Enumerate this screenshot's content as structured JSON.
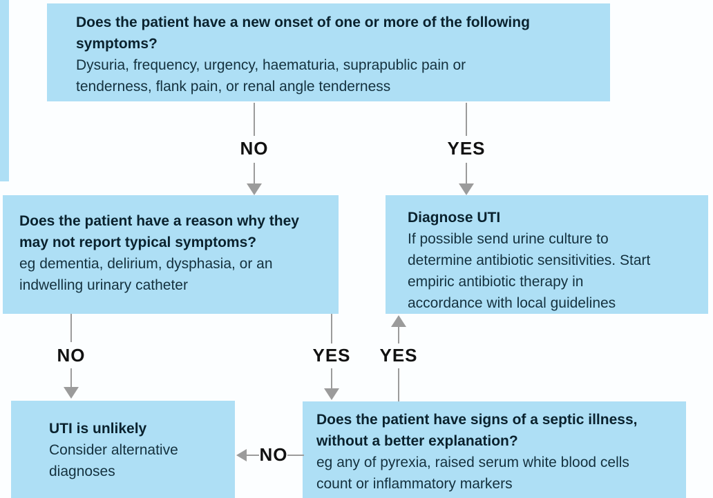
{
  "colors": {
    "background": "#fcfeff",
    "box_fill": "#aedff5",
    "arrow": "#9b9b9b",
    "edge_label_text": "#111111",
    "title_text": "#0a222e",
    "body_text": "#14313e"
  },
  "nodes": {
    "symptom_question": {
      "title": "Does the patient have a new onset of one or more of the following\nsymptoms?",
      "body": "Dysuria, frequency, urgency, haematuria, suprapublic pain or\ntenderness, flank pain, or renal angle tenderness"
    },
    "atypical_question": {
      "title": "Does the patient have a reason why they\nmay not report typical symptoms?",
      "body": "eg dementia, delirium, dysphasia, or an\nindwelling urinary catheter"
    },
    "diagnose_uti": {
      "title": "Diagnose UTI",
      "body": "If possible send urine culture to\ndetermine antibiotic sensitivities. Start\nempiric antibiotic therapy in\naccordance with local guidelines"
    },
    "uti_unlikely": {
      "title": "UTI is unlikely",
      "body": "Consider alternative\ndiagnoses"
    },
    "septic_question": {
      "title": "Does the patient have signs of a septic illness,\nwithout a better explanation?",
      "body": "eg any of pyrexia, raised serum white blood cells\ncount or inflammatory markers"
    }
  },
  "edges": {
    "symptoms_no": "NO",
    "symptoms_yes": "YES",
    "atypical_no": "NO",
    "atypical_yes": "YES",
    "septic_yes": "YES",
    "septic_no": "NO"
  }
}
